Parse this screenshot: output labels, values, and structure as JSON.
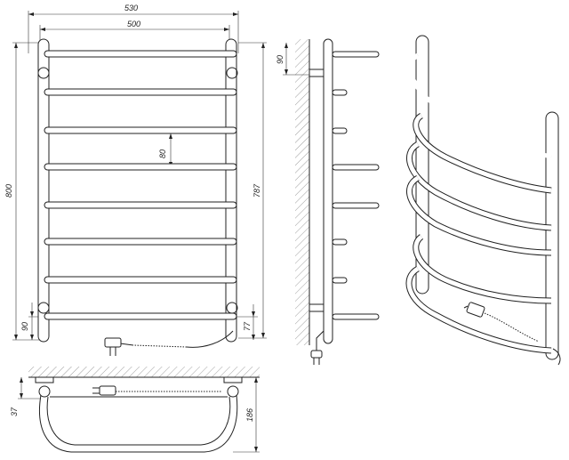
{
  "dimensions": {
    "overall_width": "530",
    "axis_width": "500",
    "height_total": "800",
    "height_outer": "787",
    "bar_spacing": "80",
    "bottom_offset": "90",
    "bottom_gap": "77",
    "wall_offset": "90",
    "depth_inner": "37",
    "depth_outer": "186"
  },
  "colors": {
    "line": "#222222",
    "hatch": "#666666",
    "background": "#ffffff"
  },
  "icons": [
    "power-plug-icon",
    "wall-hatch"
  ]
}
